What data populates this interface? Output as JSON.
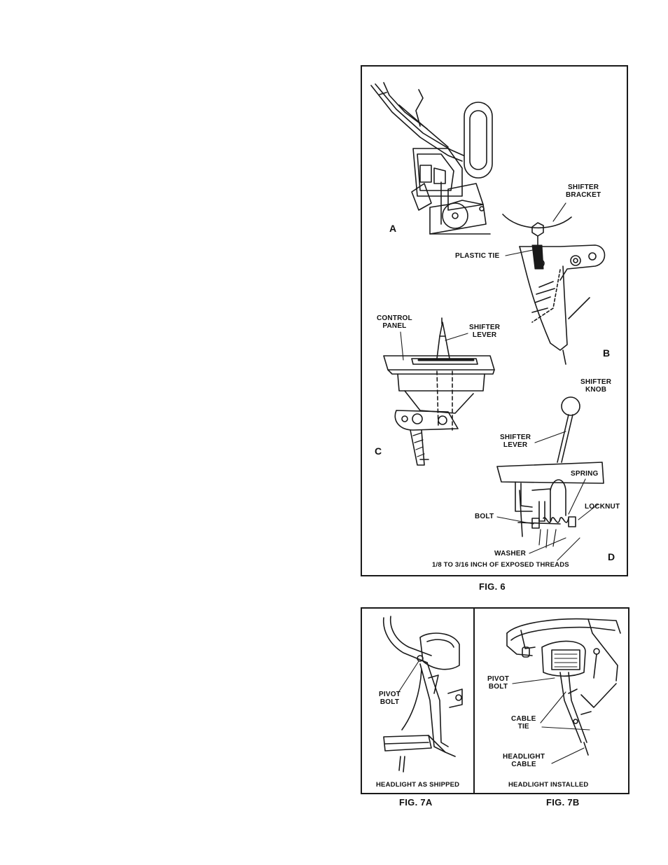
{
  "figure6": {
    "panel_letters": {
      "a": "A",
      "b": "B",
      "c": "C",
      "d": "D"
    },
    "labels": {
      "shifter_bracket": "SHIFTER\nBRACKET",
      "plastic_tie": "PLASTIC TIE",
      "control_panel": "CONTROL\nPANEL",
      "shifter_lever_c": "SHIFTER\nLEVER",
      "shifter_knob": "SHIFTER\nKNOB",
      "shifter_lever_d": "SHIFTER\nLEVER",
      "spring": "SPRING",
      "locknut": "LOCKNUT",
      "bolt": "BOLT",
      "washer": "WASHER",
      "exposed_threads": "1/8 TO 3/16 INCH OF EXPOSED THREADS"
    },
    "caption": "FIG. 6"
  },
  "figure7": {
    "a": {
      "pivot_bolt": "PIVOT\nBOLT",
      "subcaption": "HEADLIGHT AS SHIPPED",
      "caption": "FIG. 7A"
    },
    "b": {
      "pivot_bolt": "PIVOT\nBOLT",
      "cable_tie": "CABLE\nTIE",
      "headlight_cable": "HEADLIGHT\nCABLE",
      "subcaption": "HEADLIGHT INSTALLED",
      "caption": "FIG. 7B"
    }
  }
}
